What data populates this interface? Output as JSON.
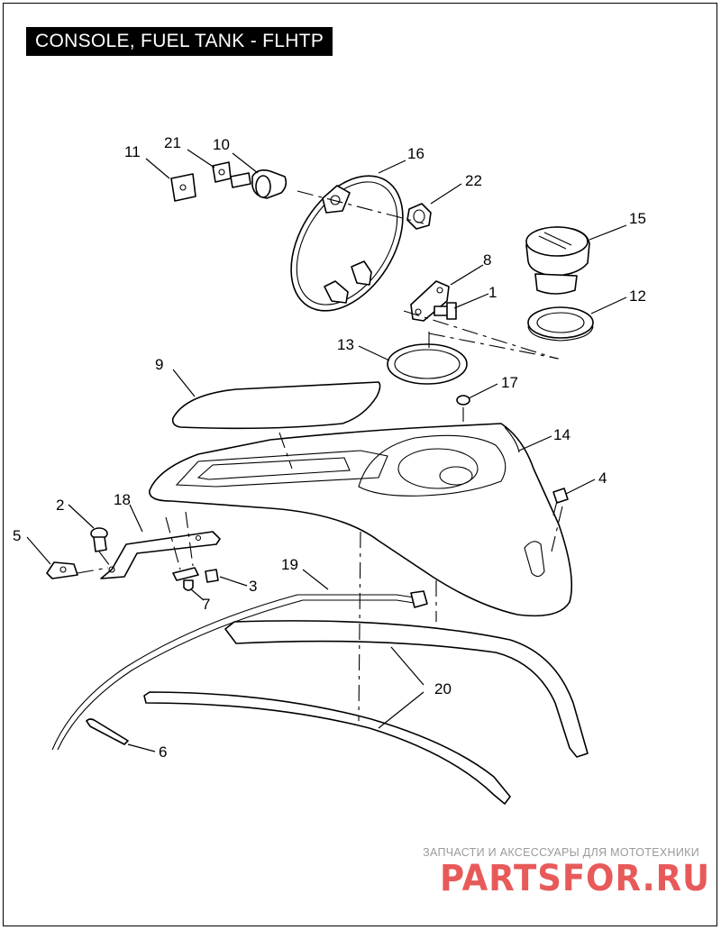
{
  "title": "CONSOLE, FUEL TANK - FLHTP",
  "callouts": [
    {
      "id": "c1",
      "label": "1"
    },
    {
      "id": "c2",
      "label": "2"
    },
    {
      "id": "c3",
      "label": "3"
    },
    {
      "id": "c4",
      "label": "4"
    },
    {
      "id": "c5",
      "label": "5"
    },
    {
      "id": "c6",
      "label": "6"
    },
    {
      "id": "c7",
      "label": "7"
    },
    {
      "id": "c8",
      "label": "8"
    },
    {
      "id": "c9",
      "label": "9"
    },
    {
      "id": "c10",
      "label": "10"
    },
    {
      "id": "c11",
      "label": "11"
    },
    {
      "id": "c12",
      "label": "12"
    },
    {
      "id": "c13",
      "label": "13"
    },
    {
      "id": "c14",
      "label": "14"
    },
    {
      "id": "c15",
      "label": "15"
    },
    {
      "id": "c16",
      "label": "16"
    },
    {
      "id": "c17",
      "label": "17"
    },
    {
      "id": "c18",
      "label": "18"
    },
    {
      "id": "c19",
      "label": "19"
    },
    {
      "id": "c20",
      "label": "20"
    },
    {
      "id": "c21",
      "label": "21"
    },
    {
      "id": "c22",
      "label": "22"
    }
  ],
  "watermark": {
    "subtitle": "ЗАПЧАСТИ И АКСЕССУАРЫ ДЛЯ МОТОТЕХНИКИ",
    "logo": "PARTSFOR.RU",
    "color": "#e85a5a"
  }
}
